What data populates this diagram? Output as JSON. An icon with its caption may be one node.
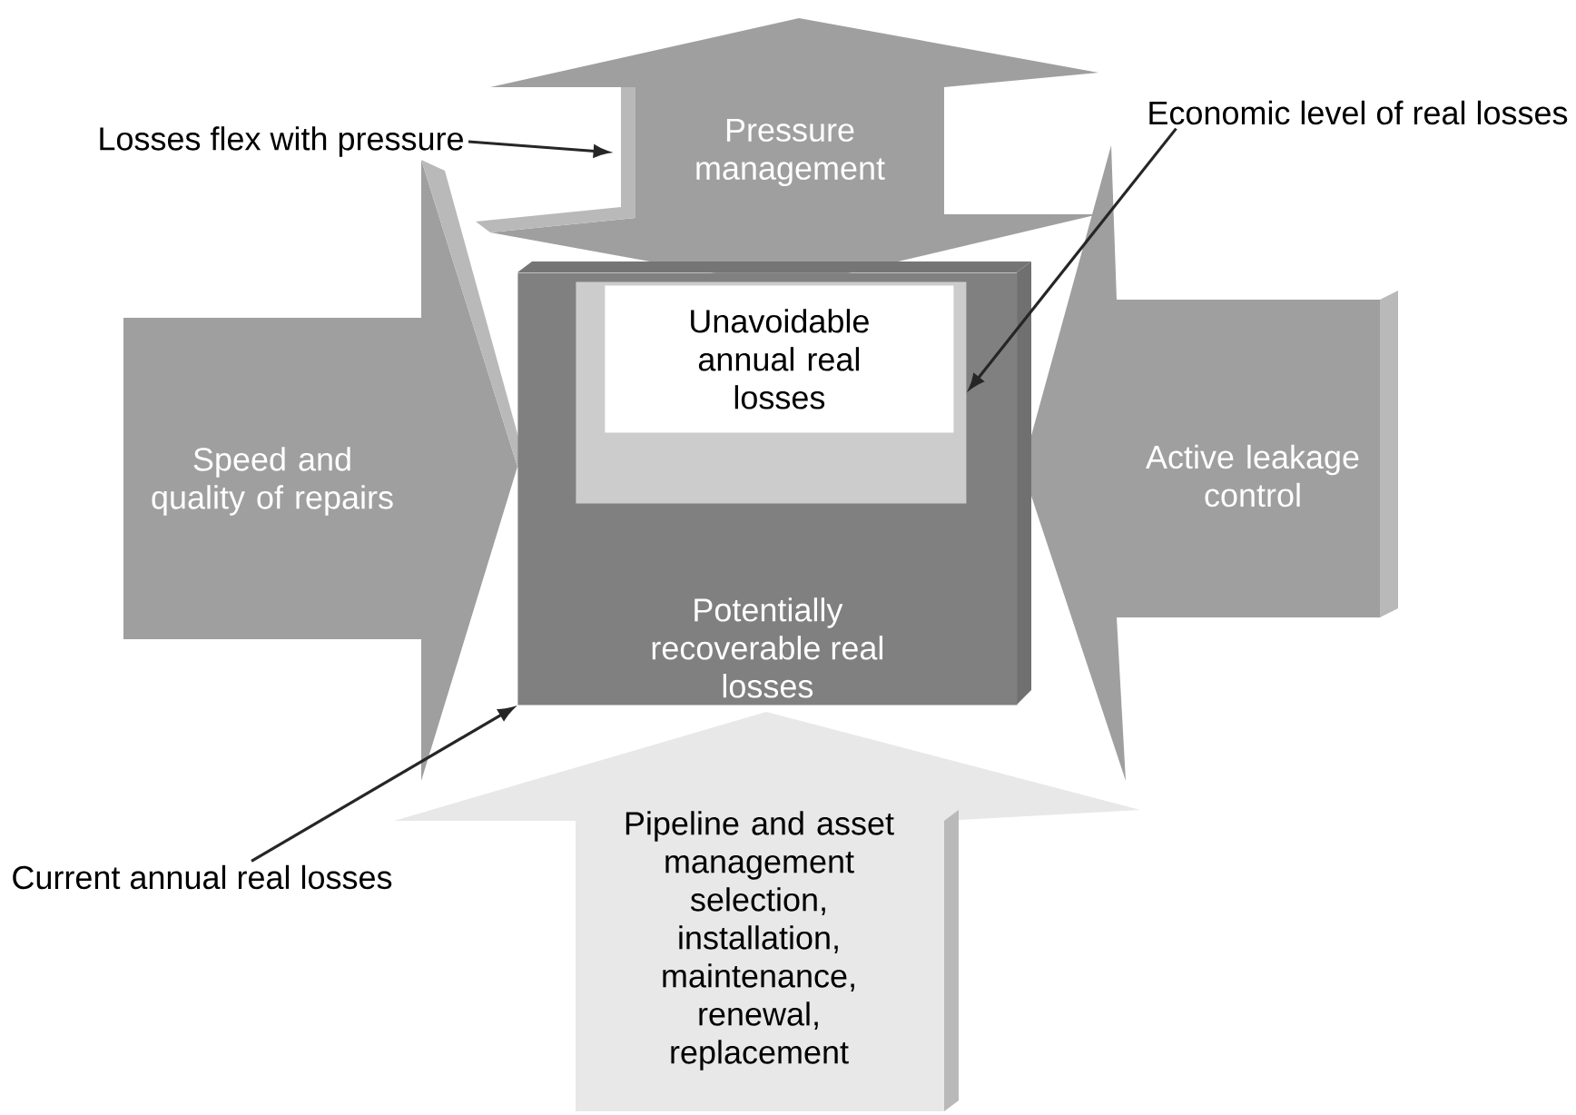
{
  "diagram": {
    "nodes": [
      {
        "text": [
          "Pressure management"
        ]
      },
      {
        "text": [
          "Speed and quality of repairs"
        ]
      },
      {
        "text": [
          "Active leakage control"
        ]
      },
      {
        "text": [
          "Potentially recoverable real losses"
        ]
      },
      {
        "text": [],
        "shape": "box",
        "in": 3
      },
      {
        "text": [
          "Unavoidable annual real losses"
        ],
        "in": 4
      },
      {
        "text": [
          "Pipeline and asset management",
          "selection, installation, maintenance, renewal, replacement"
        ]
      },
      {
        "text": [
          "Losses flex with pressure"
        ]
      },
      {
        "text": [
          "Economic level of real losses"
        ]
      },
      {
        "text": [
          "Current annual real losses"
        ]
      }
    ],
    "edges": [
      {
        "from": 7,
        "to": 0,
        "arrow": "to"
      },
      {
        "from": 8,
        "to": 4,
        "arrow": "to"
      },
      {
        "from": 9,
        "to": 3,
        "arrow": "to"
      }
    ]
  }
}
